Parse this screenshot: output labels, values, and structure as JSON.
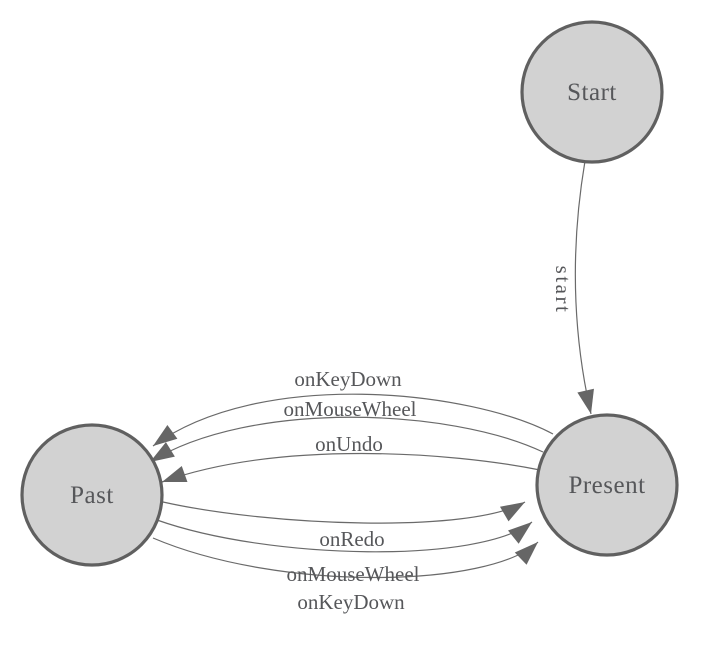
{
  "diagram": {
    "kind": "state-machine-graph",
    "background": "#ffffff",
    "colors": {
      "node_fill": "#d2d2d2",
      "node_border": "#606060",
      "edge_line": "#6a6a6a",
      "arrowhead": "#666666",
      "text": "#56575a"
    },
    "nodes": {
      "start": {
        "label": "Start"
      },
      "present": {
        "label": "Present"
      },
      "past": {
        "label": "Past"
      }
    },
    "edges": {
      "start_to_present": {
        "from": "Start",
        "to": "Present",
        "label": "start"
      },
      "present_to_past": [
        {
          "from": "Present",
          "to": "Past",
          "label": "onKeyDown"
        },
        {
          "from": "Present",
          "to": "Past",
          "label": "onMouseWheel"
        },
        {
          "from": "Present",
          "to": "Past",
          "label": "onUndo"
        }
      ],
      "past_to_present": [
        {
          "from": "Past",
          "to": "Present",
          "label": "onRedo"
        },
        {
          "from": "Past",
          "to": "Present",
          "label": "onMouseWheel"
        },
        {
          "from": "Past",
          "to": "Present",
          "label": "onKeyDown"
        }
      ]
    }
  }
}
